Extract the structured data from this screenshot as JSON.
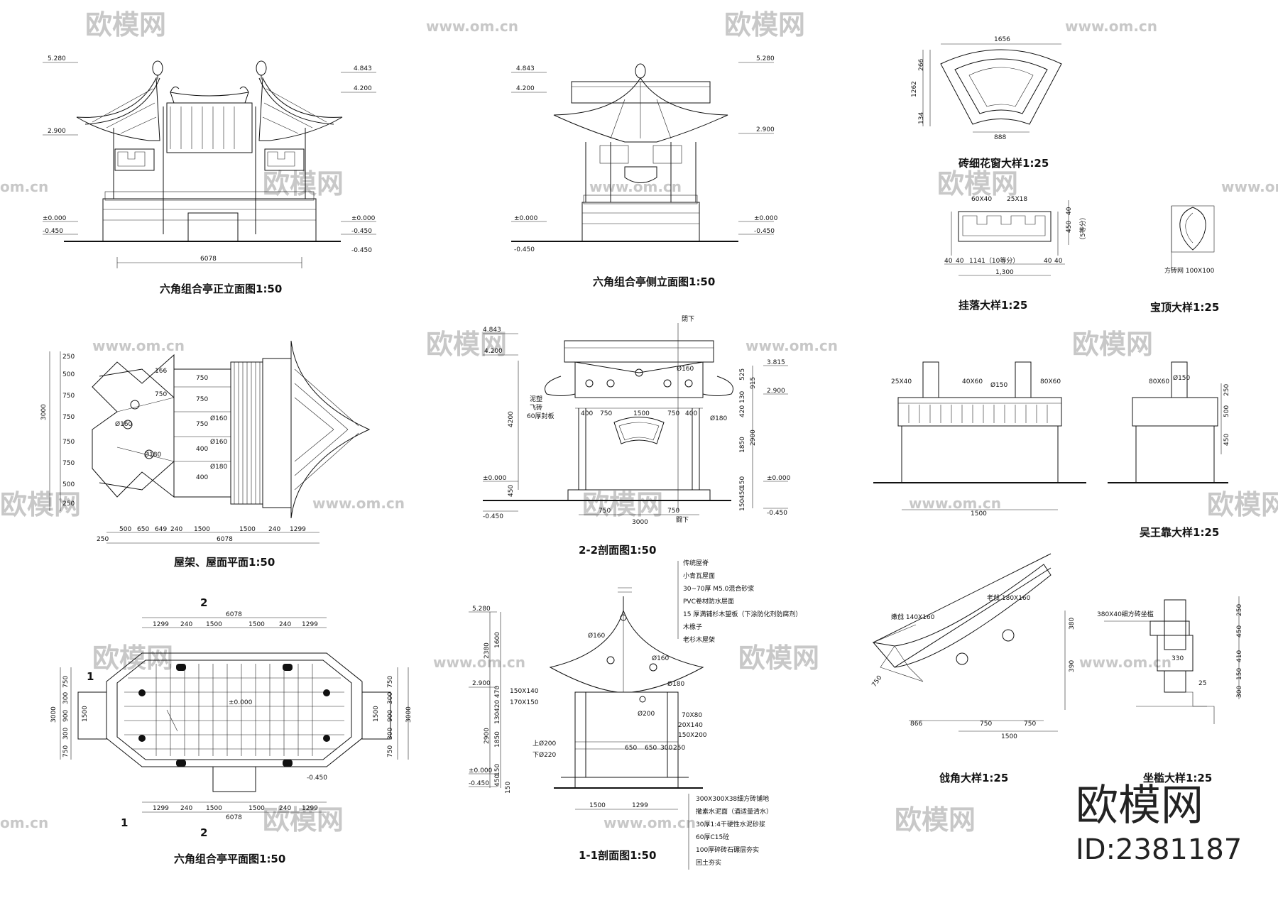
{
  "titles": {
    "front_elev": "六角组合亭正立面图1:50",
    "side_elev": "六角组合亭侧立面图1:50",
    "brick_window": "砖细花窗大样1:25",
    "hanging": "挂落大样1:25",
    "finial": "宝顶大样1:25",
    "wuwang": "吴王靠大样1:25",
    "roof_plan": "屋架、屋面平面1:50",
    "sec22": "2-2剖面图1:50",
    "plan": "六角组合亭平面图1:50",
    "sec11": "1-1剖面图1:50",
    "corner": "戗角大样1:25",
    "sill": "坐槛大样1:25"
  },
  "watermark": {
    "brand": "欧模网",
    "url": "www.om.cn",
    "url_short": "om.cn"
  },
  "brand": {
    "name": "欧模网",
    "id": "ID:2381187"
  },
  "front_elev": {
    "e1": "5.280",
    "e2": "2.900",
    "e3": "±0.000",
    "e4": "-0.450",
    "e5": "4.843",
    "e6": "4.200",
    "e7": "±0.000",
    "e8": "-0.450",
    "e9": "-0.450",
    "width": "6078"
  },
  "side_elev": {
    "e1": "4.843",
    "e2": "4.200",
    "e3": "±0.000",
    "e4": "-0.450",
    "e5": "5.280",
    "e6": "2.900",
    "e7": "±0.000",
    "e8": "-0.450"
  },
  "brick_window": {
    "top": "1656",
    "bottom": "888",
    "s1": "266",
    "s2": "1262",
    "s3": "134"
  },
  "hanging": {
    "a": "60X40",
    "b": "25X18",
    "n1": "40",
    "n2": "40",
    "n3": "1141（10等分）",
    "n4": "40",
    "n5": "40",
    "total": "1,300",
    "v1": "40",
    "v2": "450",
    "v3": "（5等分）"
  },
  "finial": {
    "note": "方砖网 100X100"
  },
  "wuwang": {
    "a": "25X40",
    "b": "40X60",
    "c": "Ø150",
    "d": "80X60",
    "e": "80X60",
    "f": "Ø150",
    "w": "1500",
    "v1": "250",
    "v2": "500",
    "v3": "450"
  },
  "roof_plan": {
    "v": [
      "250",
      "500",
      "750",
      "750",
      "750",
      "750",
      "500",
      "250"
    ],
    "total_v": "3000",
    "h": [
      "500",
      "650",
      "649",
      "240",
      "1500",
      "1500",
      "240",
      "1299"
    ],
    "total_h": "6078",
    "left": "250",
    "d1": "Ø160",
    "d2": "Ø180",
    "d3": "Ø160",
    "d4": "Ø160",
    "d5": "Ø180",
    "r1": "750",
    "r2": "750",
    "r3": "750",
    "r4": "400",
    "r5": "400",
    "r6": "166",
    "r7": "750"
  },
  "sec22": {
    "e1": "4.843",
    "e2": "4.200",
    "e3": "±0.000",
    "e4": "-0.450",
    "e5": "3.815",
    "e6": "2.900",
    "e7": "±0.000",
    "e8": "-0.450",
    "h1": "4200",
    "h2": "450",
    "label_top": "閉下",
    "label_bot": "闘下",
    "note1": "泥塑",
    "note2": "飞砖",
    "note3": "60厚封板",
    "d1": "Ø160",
    "d2": "Ø180",
    "w1": "400",
    "w2": "750",
    "w3": "1500",
    "w4": "750",
    "w5": "400",
    "w6": "750",
    "w7": "750",
    "w8": "3000",
    "r1": "525",
    "r2": "915",
    "r3": "130",
    "r4": "420",
    "r5": "1850",
    "r6": "2900",
    "r7": "150",
    "r8": "450",
    "r9": "150"
  },
  "plan": {
    "sec": "2",
    "sec_b": "2",
    "top": [
      "1299",
      "240",
      "1500",
      "1500",
      "240",
      "1299"
    ],
    "total": "6078",
    "bottom": [
      "1299",
      "240",
      "1500",
      "1500",
      "240",
      "1299"
    ],
    "total_b": "6078",
    "left": [
      "750",
      "300",
      "900",
      "300",
      "750"
    ],
    "total_l": "3000",
    "right": [
      "750",
      "300",
      "900",
      "300",
      "750"
    ],
    "total_r": "3000",
    "mark1": "1",
    "mark2": "1",
    "elev": "±0.000",
    "elev2": "-0.450",
    "mid1": "1500",
    "mid2": "1500"
  },
  "sec11": {
    "e1": "5.280",
    "e2": "2.900",
    "e3": "±0.000",
    "e4": "-0.450",
    "h1": "2380",
    "h2": "1600",
    "h3": "470",
    "h4": "420",
    "h5": "130",
    "h6": "1850",
    "h7": "2900",
    "h8": "150",
    "h9": "450",
    "h10": "150",
    "layers_top": [
      "传统屋脊",
      "小青瓦屋面",
      "30~70厚 M5.0混合砂浆",
      "PVC卷材防水层面",
      "15 厚满铺杉木望板（下涂防化剂防腐剂）",
      "木橡子",
      "老杉木屋架"
    ],
    "layers_bot": [
      "300X300X38细方砖铺地",
      "撒素水泥面（酒适量清水）",
      "30厚1:4干硬性水泥砂浆",
      "60厚C15砼",
      "100厚碎砖石碾层夯实",
      "回土夯实"
    ],
    "d1": "Ø160",
    "d2": "Ø160",
    "d3": "Ø180",
    "d4": "Ø200",
    "m1": "150X140",
    "m2": "170X150",
    "m3": "70X80",
    "m4": "20X140",
    "m5": "150X200",
    "col1": "上Ø200",
    "col2": "下Ø220",
    "w1": "650",
    "w2": "650",
    "w3": "300",
    "w4": "250",
    "b1": "1500",
    "b2": "1299"
  },
  "corner": {
    "a": "嫩戗 140X160",
    "b": "老戗 180X160",
    "w1": "866",
    "w2": "750",
    "w3": "750",
    "total": "1500",
    "v1": "380",
    "v2": "390",
    "s": "750"
  },
  "sill": {
    "a": "380X40细方砖坐槛",
    "v1": "250",
    "v2": "450",
    "v3": "410",
    "v4": "150",
    "v5": "300",
    "w1": "330",
    "w2": "25"
  }
}
